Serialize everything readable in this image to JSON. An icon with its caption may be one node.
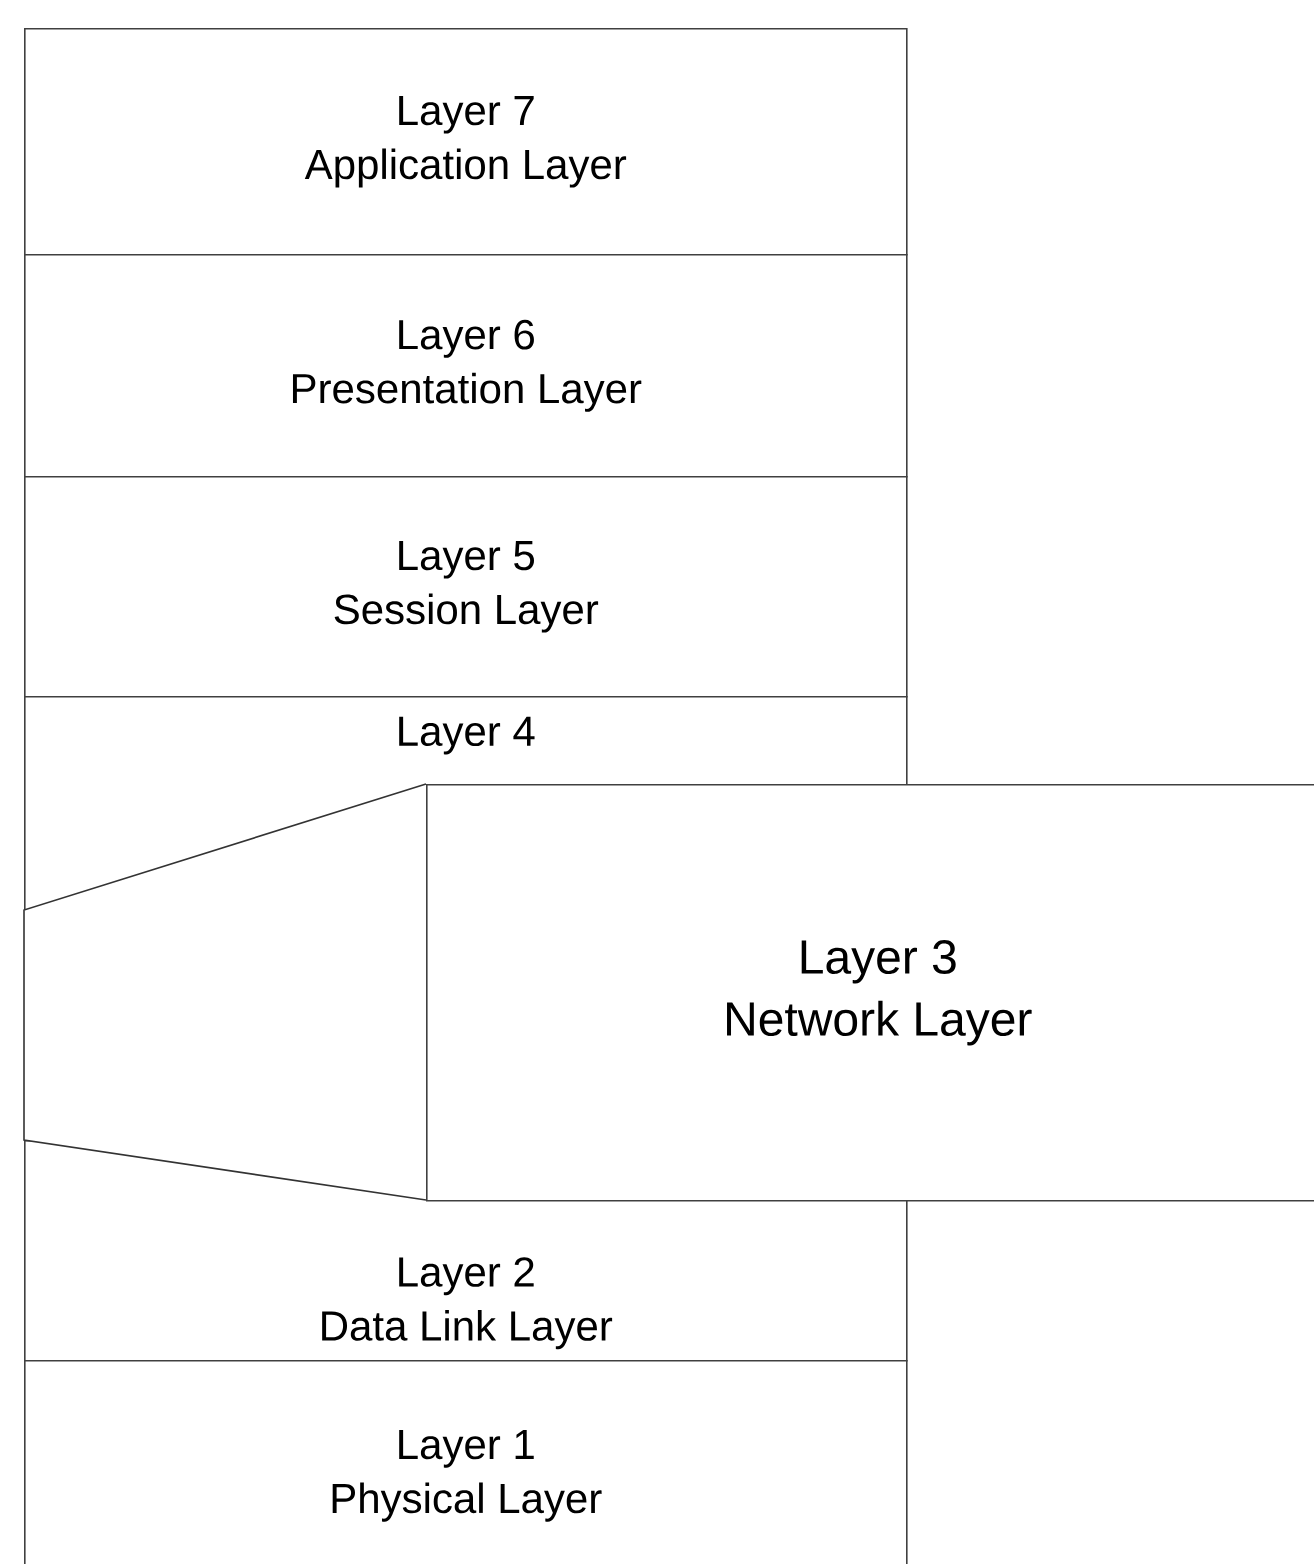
{
  "diagram": {
    "nodes": [
      {
        "text": [
          "Layer 7",
          "Application Layer"
        ]
      },
      {
        "text": [
          "Layer 6",
          "Presentation Layer"
        ]
      },
      {
        "text": [
          "Layer 5",
          "Session Layer"
        ]
      },
      {
        "text": [
          "Layer 4"
        ]
      },
      {
        "text": [
          "Layer 3",
          "Network Layer"
        ]
      },
      {
        "text": [
          "Layer 2",
          "Data Link Layer"
        ]
      },
      {
        "text": [
          "Layer 1",
          "Physical Layer"
        ]
      }
    ]
  }
}
